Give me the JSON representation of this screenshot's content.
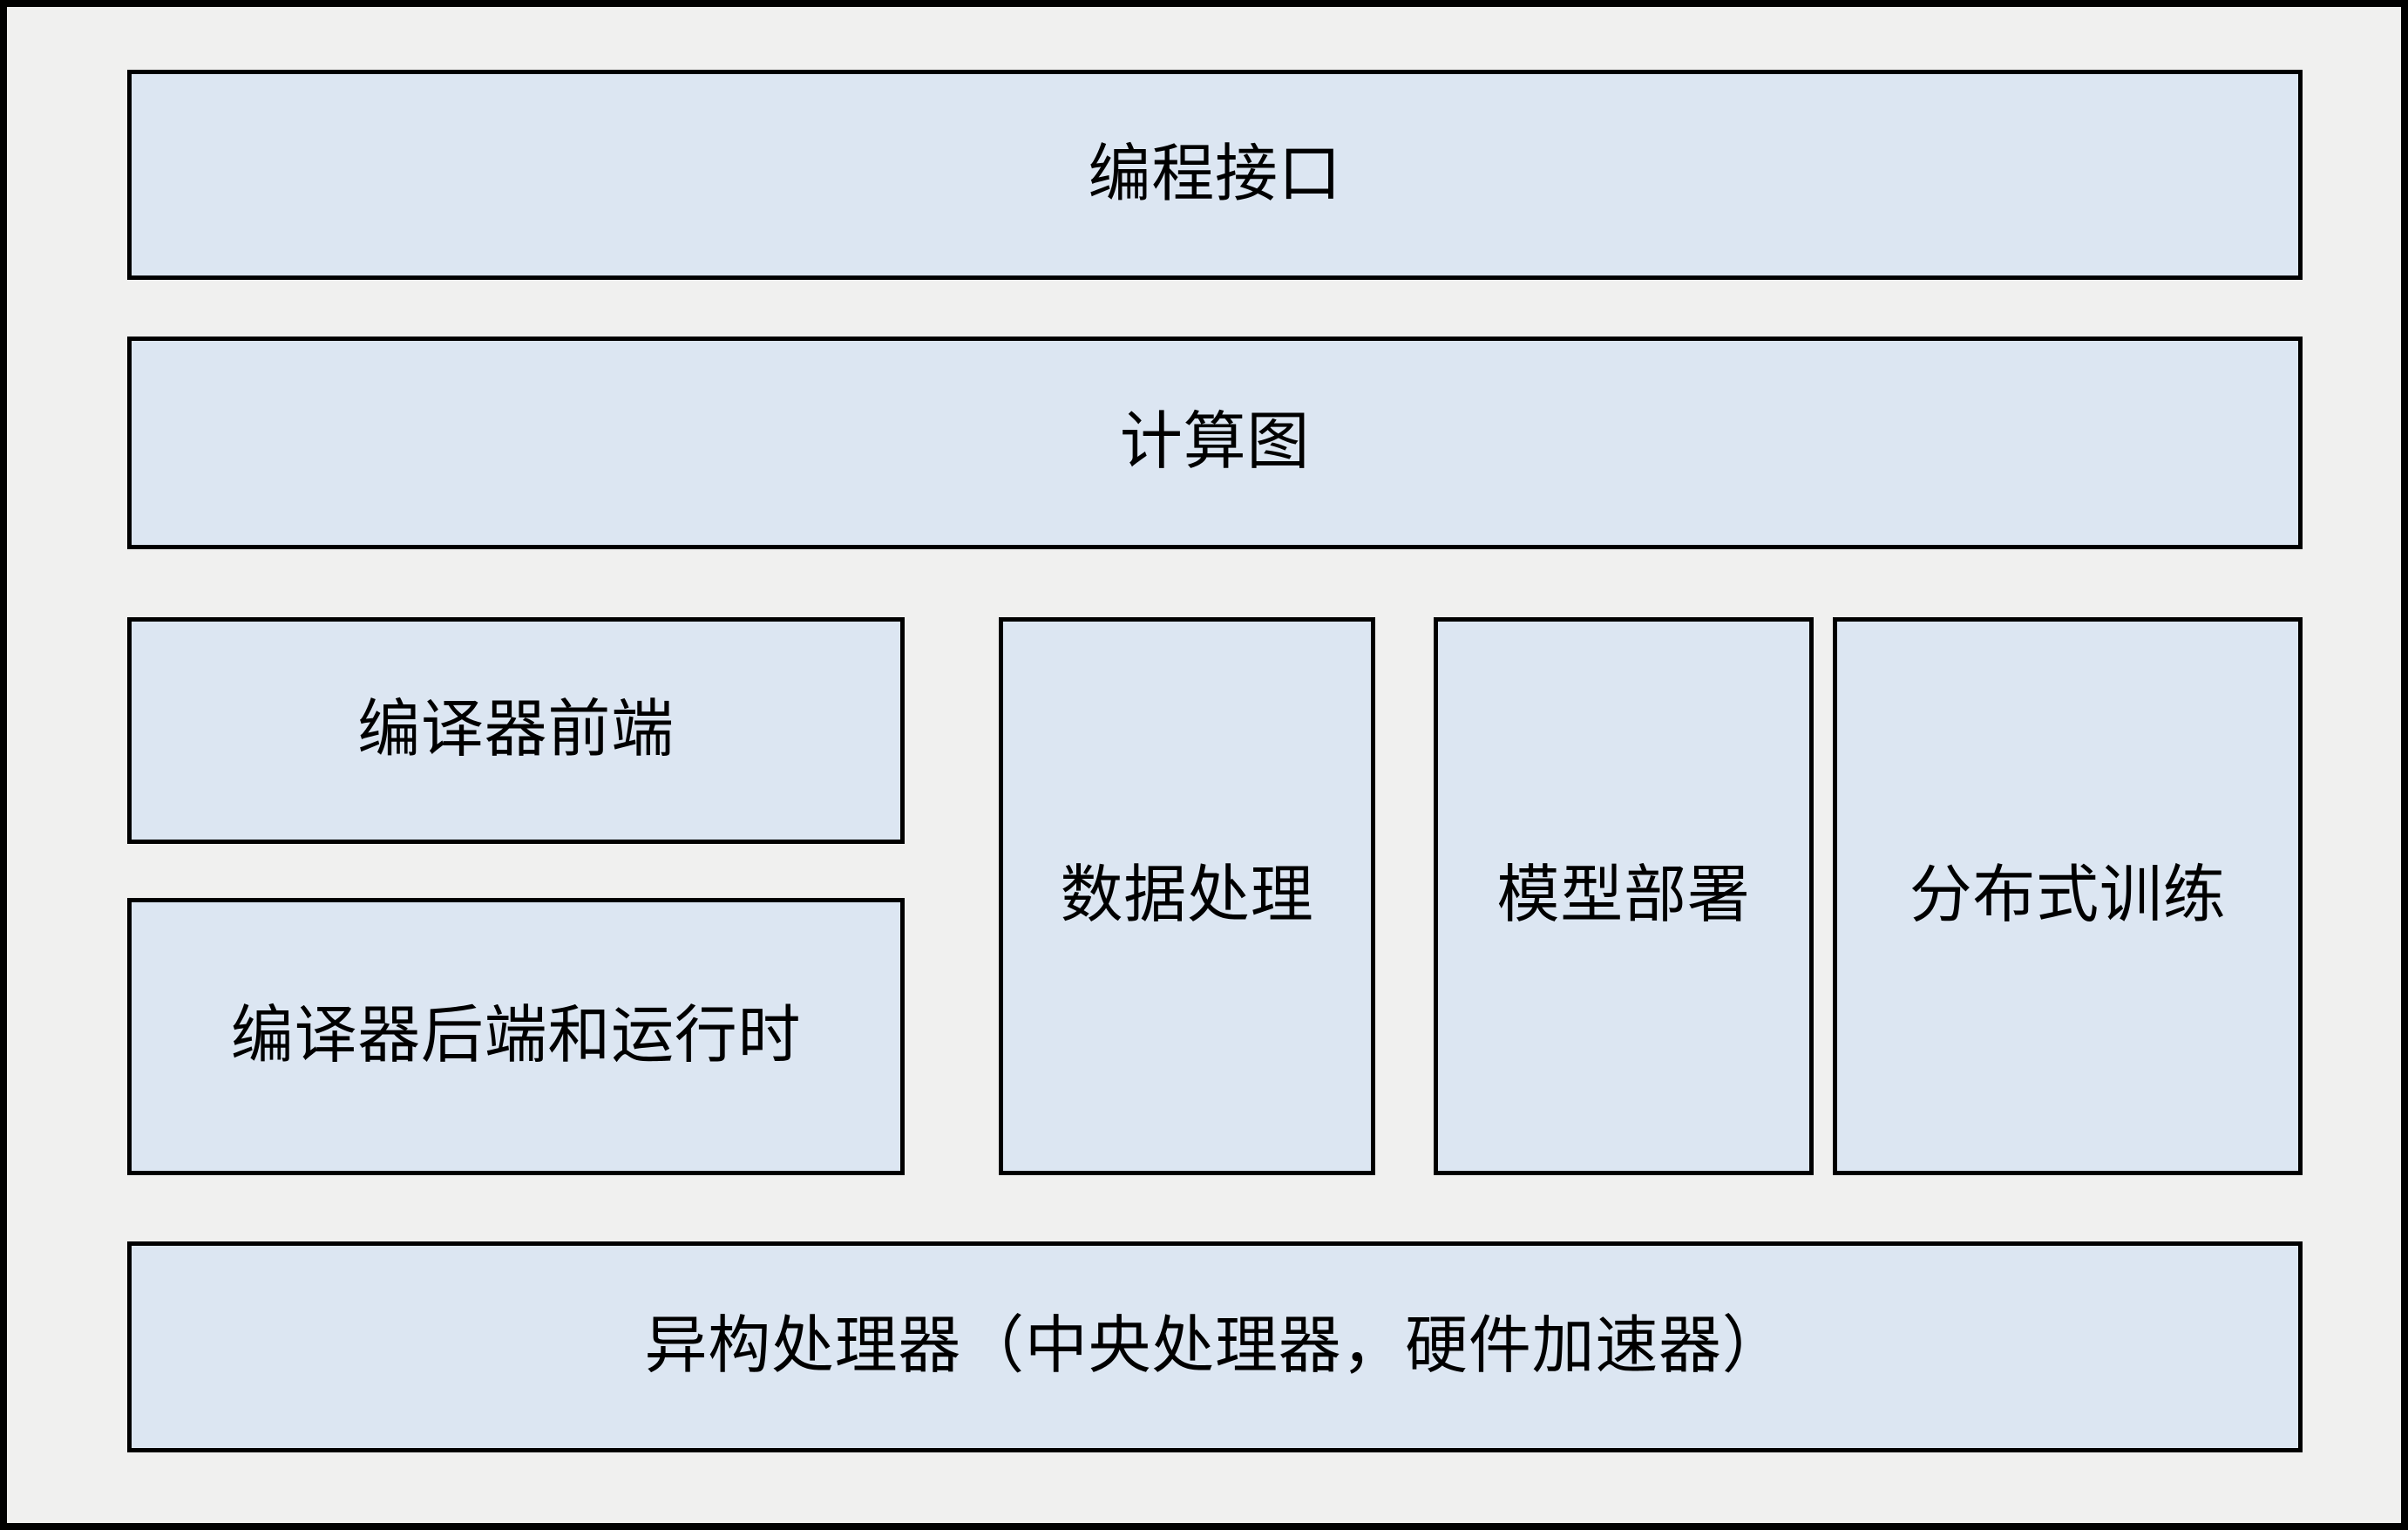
{
  "diagram": {
    "title_text_language": "zh",
    "colors": {
      "page_background": "#f0f0ef",
      "outer_border": "#000000",
      "box_fill": "#dce6f2",
      "box_border": "#000000",
      "text": "#000000"
    },
    "layers": [
      {
        "id": "programming-interface",
        "label": "编程接口",
        "row": 1
      },
      {
        "id": "computation-graph",
        "label": "计算图",
        "row": 2
      },
      {
        "id": "compiler-frontend",
        "label": "编译器前端",
        "row": 3
      },
      {
        "id": "compiler-backend-runtime",
        "label": "编译器后端和运行时",
        "row": 3
      },
      {
        "id": "data-processing",
        "label": "数据处理",
        "row": 3
      },
      {
        "id": "model-deployment",
        "label": "模型部署",
        "row": 3
      },
      {
        "id": "distributed-training",
        "label": "分布式训练",
        "row": 3
      },
      {
        "id": "heterogeneous-processors",
        "label": "异构处理器（中央处理器，硬件加速器）",
        "row": 4
      }
    ]
  }
}
